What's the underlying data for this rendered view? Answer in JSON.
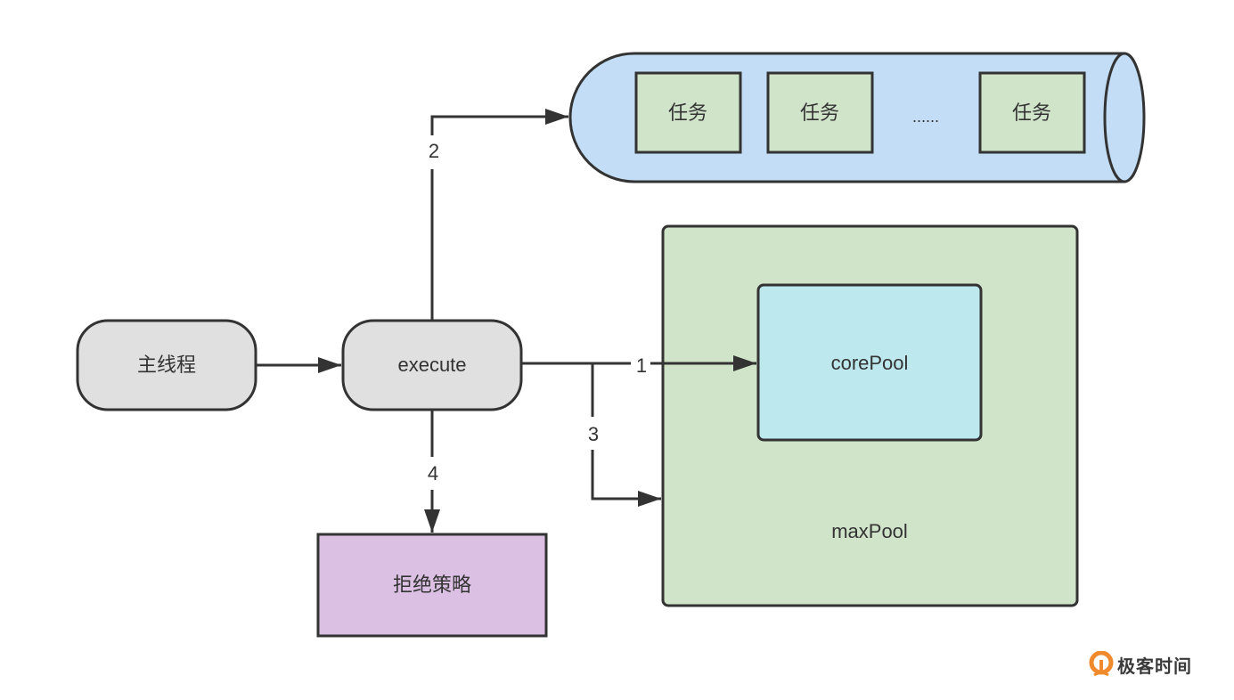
{
  "diagram": {
    "nodes": {
      "main_thread": {
        "label": "主线程",
        "color": "#e0e0e0"
      },
      "execute": {
        "label": "execute",
        "color": "#e0e0e0"
      },
      "reject_policy": {
        "label": "拒绝策略",
        "color": "#dbc0e3"
      },
      "max_pool": {
        "label": "maxPool",
        "color": "#d0e4ca"
      },
      "core_pool": {
        "label": "corePool",
        "color": "#bde8ee"
      },
      "queue": {
        "color": "#c2ddf5",
        "task_color": "#d0e4ca",
        "tasks": [
          "任务",
          "任务",
          "任务"
        ],
        "ellipsis": "......"
      }
    },
    "edges": [
      {
        "from": "main_thread",
        "to": "execute",
        "label": ""
      },
      {
        "from": "execute",
        "to": "core_pool",
        "label": "1"
      },
      {
        "from": "execute",
        "to": "queue",
        "label": "2"
      },
      {
        "from": "execute",
        "to": "max_pool",
        "label": "3"
      },
      {
        "from": "execute",
        "to": "reject_policy",
        "label": "4"
      }
    ],
    "stroke_color": "#333333"
  },
  "watermark": {
    "text": "极客时间",
    "icon_color": "#f08a2c"
  }
}
